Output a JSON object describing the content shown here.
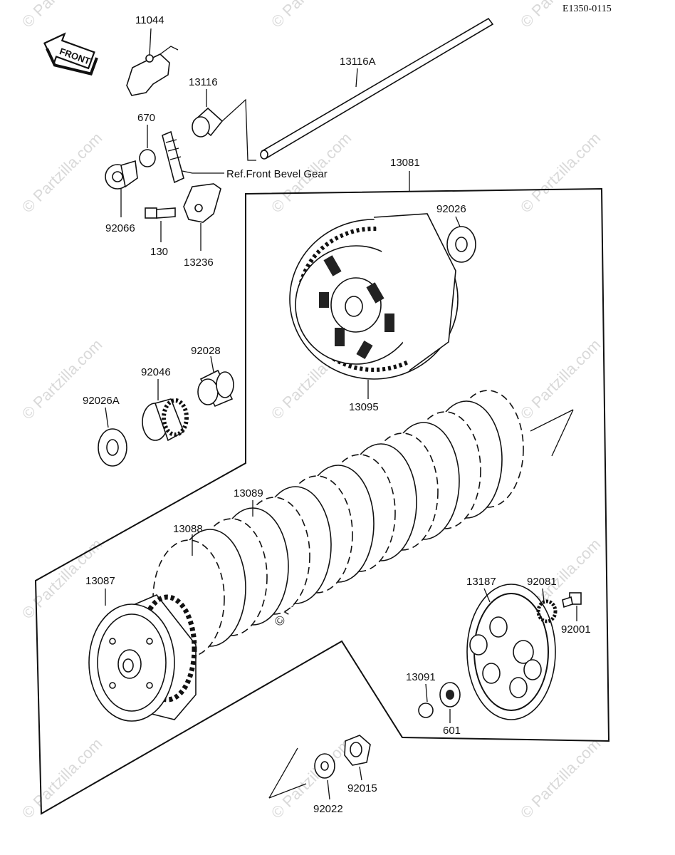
{
  "diagram": {
    "code": "E1350-0115",
    "front_label": "FRONT",
    "ref_label": "Ref.Front Bevel Gear",
    "watermark": "© Partzilla.com",
    "parts": {
      "p11044": "11044",
      "p13116A": "13116A",
      "p13116": "13116",
      "p670": "670",
      "p92066": "92066",
      "p130": "130",
      "p13236": "13236",
      "p13081": "13081",
      "p92026": "92026",
      "p13095": "13095",
      "p92028": "92028",
      "p92046": "92046",
      "p92026A": "92026A",
      "p13089": "13089",
      "p13088": "13088",
      "p13087": "13087",
      "p13187": "13187",
      "p92081": "92081",
      "p92001": "92001",
      "p13091": "13091",
      "p601": "601",
      "p92022": "92022",
      "p92015": "92015"
    }
  }
}
